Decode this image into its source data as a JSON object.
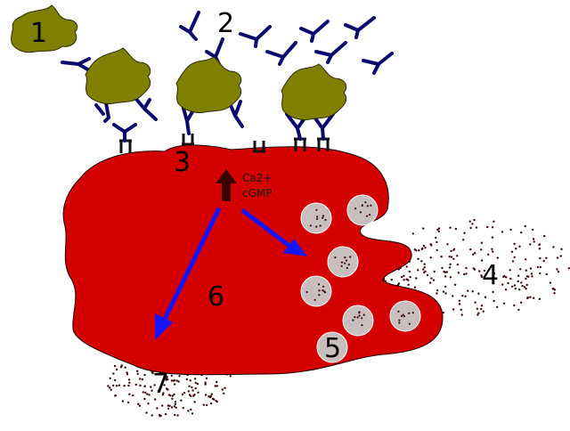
{
  "diagram": {
    "labels": [
      "1",
      "2",
      "3",
      "4",
      "5",
      "6",
      "7"
    ],
    "messenger_lines": [
      "Ca2+",
      "cGMP"
    ]
  },
  "colors": {
    "antigen": "#808000",
    "antibody": "#0a0a6e",
    "cell": "#d40000",
    "granule": "#c8bebe",
    "arrow": "#1414ff",
    "up_arrow": "#3a0000",
    "dots": "#3a0a0a"
  },
  "icons": {
    "allergen": "allergen-blob-icon",
    "antibody": "antibody-y-icon",
    "receptor": "receptor-icon",
    "granule": "granule-icon",
    "arrow": "arrow-icon"
  }
}
